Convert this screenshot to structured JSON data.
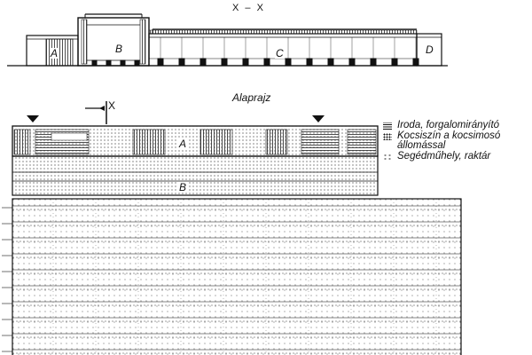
{
  "section_title": "X – X",
  "plan_title": "Alaprajz",
  "cut_mark": "X",
  "section_zones": [
    "A",
    "B",
    "C",
    "D"
  ],
  "plan_zones": [
    "A",
    "B"
  ],
  "legend": [
    {
      "swatch": "hatch",
      "text": "Iroda, forgalomirányító"
    },
    {
      "swatch": "dots",
      "text": "Kocsiszín a kocsimosó állomással"
    },
    {
      "swatch": "sparse-dots",
      "text": "Segédműhely, raktár"
    }
  ]
}
